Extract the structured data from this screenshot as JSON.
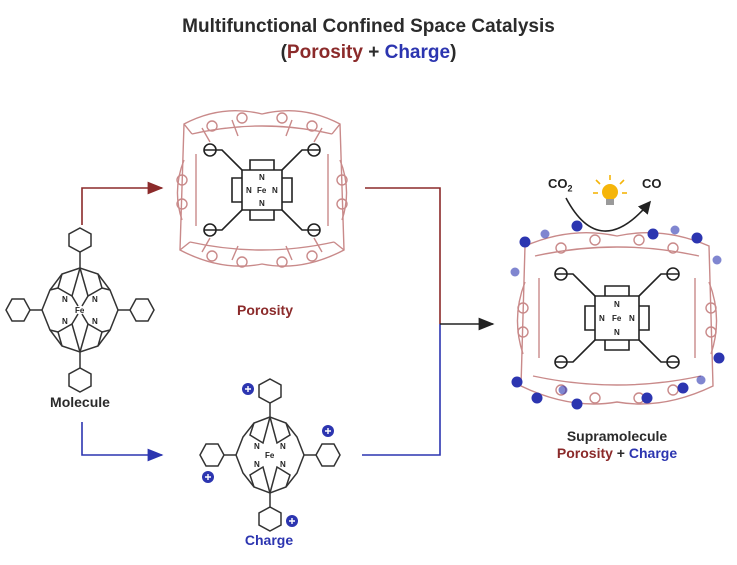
{
  "title": "Multifunctional Confined Space Catalysis",
  "subtitle": {
    "open": "(",
    "porosity": "Porosity",
    "plus": " + ",
    "charge": "Charge",
    "close": ")"
  },
  "labels": {
    "molecule": "Molecule",
    "porosity": "Porosity",
    "charge": "Charge",
    "supramolecule": "Supramolecule",
    "supra_porosity": "Porosity",
    "supra_plus": " + ",
    "supra_charge": "Charge"
  },
  "reaction": {
    "reactant_base": "CO",
    "reactant_sub": "2",
    "product": "CO"
  },
  "atoms": {
    "metal": "Fe",
    "nitrogen": "N"
  },
  "colors": {
    "porosity": "#8b2a2a",
    "charge": "#2c35b0",
    "cage": "#c98a8a",
    "text": "#2b2b2b"
  }
}
